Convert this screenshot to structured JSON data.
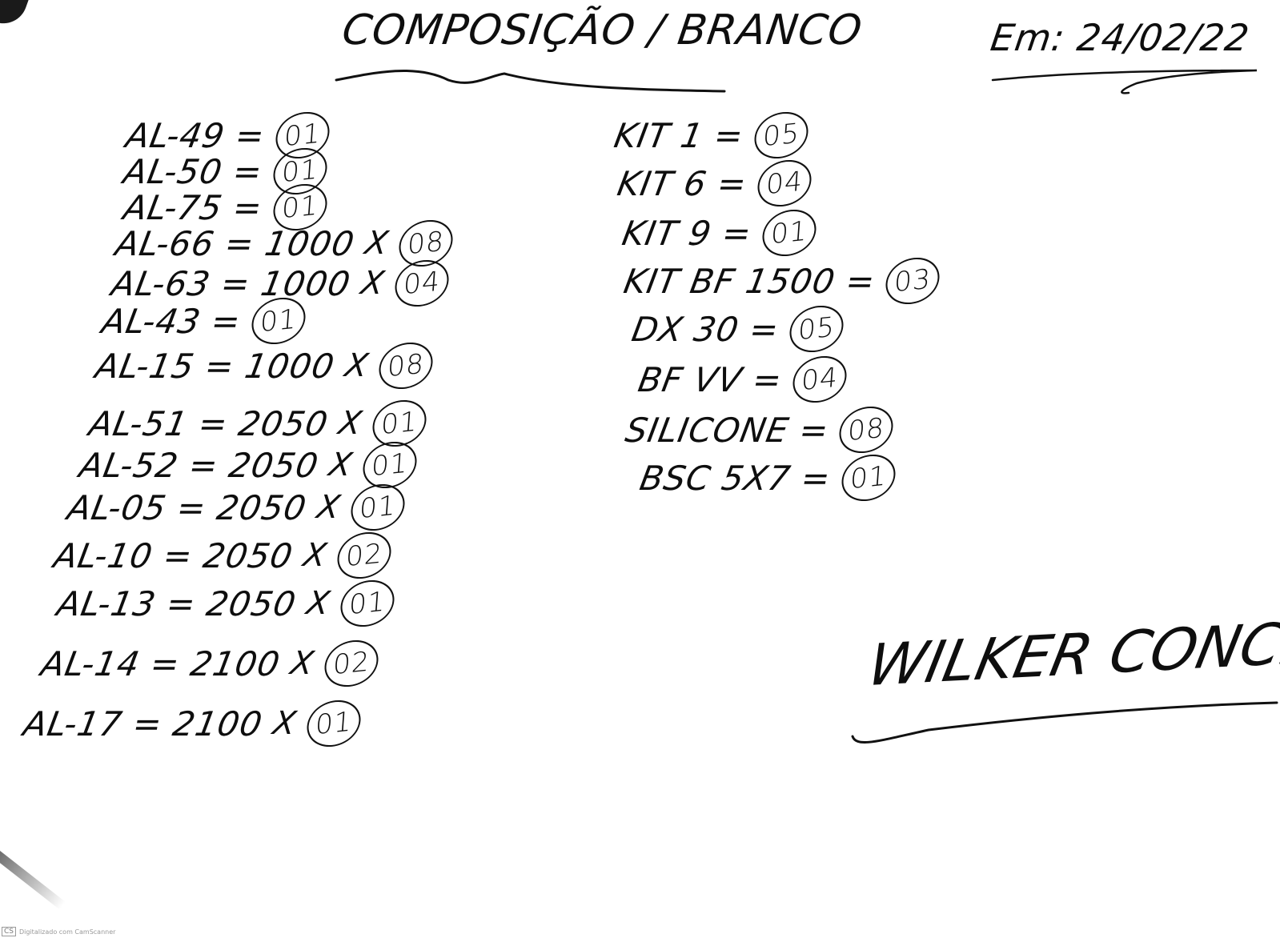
{
  "header": {
    "title": "COMPOSIÇÃO / BRANCO",
    "date": "Em: 24/02/22"
  },
  "left_items": [
    {
      "code": "AL-49",
      "eq": "=",
      "length": "",
      "mult": "",
      "qty": "01"
    },
    {
      "code": "AL-50",
      "eq": "=",
      "length": "",
      "mult": "",
      "qty": "01"
    },
    {
      "code": "AL-75",
      "eq": "=",
      "length": "",
      "mult": "",
      "qty": "01"
    },
    {
      "code": "AL-66",
      "eq": "=",
      "length": "1000",
      "mult": "X",
      "qty": "08"
    },
    {
      "code": "AL-63",
      "eq": "=",
      "length": "1000",
      "mult": "X",
      "qty": "04"
    },
    {
      "code": "AL-43",
      "eq": "=",
      "length": "",
      "mult": "",
      "qty": "01"
    },
    {
      "code": "AL-15",
      "eq": "=",
      "length": "1000",
      "mult": "X",
      "qty": "08"
    },
    {
      "code": "AL-51",
      "eq": "=",
      "length": "2050",
      "mult": "X",
      "qty": "01"
    },
    {
      "code": "AL-52",
      "eq": "=",
      "length": "2050",
      "mult": "X",
      "qty": "01"
    },
    {
      "code": "AL-05",
      "eq": "=",
      "length": "2050",
      "mult": "X",
      "qty": "01"
    },
    {
      "code": "AL-10",
      "eq": "=",
      "length": "2050",
      "mult": "X",
      "qty": "02"
    },
    {
      "code": "AL-13",
      "eq": "=",
      "length": "2050",
      "mult": "X",
      "qty": "01"
    },
    {
      "code": "AL-14",
      "eq": "=",
      "length": "2100",
      "mult": "X",
      "qty": "02"
    },
    {
      "code": "AL-17",
      "eq": "=",
      "length": "2100",
      "mult": "X",
      "qty": "01"
    }
  ],
  "right_items": [
    {
      "code": "KIT 1",
      "eq": "=",
      "qty": "05"
    },
    {
      "code": "KIT 6",
      "eq": "=",
      "qty": "04"
    },
    {
      "code": "KIT 9",
      "eq": "=",
      "qty": "01"
    },
    {
      "code": "KIT BF 1500",
      "eq": "=",
      "qty": "03"
    },
    {
      "code": "DX 30",
      "eq": "=",
      "qty": "05"
    },
    {
      "code": "BF VV",
      "eq": "=",
      "qty": "04"
    },
    {
      "code": "SILICONE",
      "eq": "=",
      "qty": "08"
    },
    {
      "code": "BSC 5X7",
      "eq": "=",
      "qty": "01"
    }
  ],
  "signature": "WILKER CONCEIÇÃO",
  "footer": {
    "badge": "CS",
    "text": "Digitalizado com CamScanner"
  }
}
